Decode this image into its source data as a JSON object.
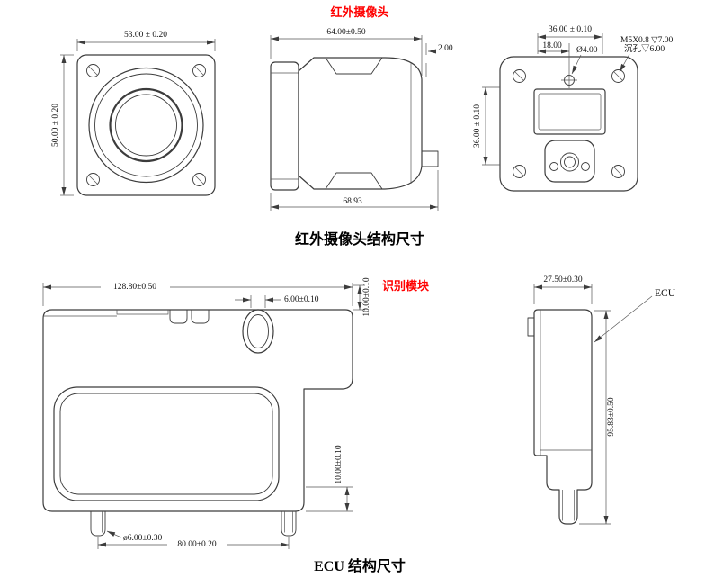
{
  "labels": {
    "camera_title": "红外摄像头",
    "camera_caption": "红外摄像头结构尺寸",
    "module_label": "识别模块",
    "ecu_caption": "ECU 结构尺寸",
    "ecu_pointer": "ECU"
  },
  "camera_front": {
    "width": "53.00 ± 0.20",
    "height": "50.00 ± 0.20"
  },
  "camera_side": {
    "width": "64.00±0.50",
    "lip": "2.00",
    "total_width": "68.93"
  },
  "camera_back": {
    "width": "36.00 ± 0.10",
    "hole_offset": "18.00",
    "hole_dia": "Ø4.00",
    "thread": "M5X0.8 ▽7.00",
    "counterbore": "沉孔▽6.00",
    "height": "36.00 ± 0.10"
  },
  "ecu_front": {
    "width": "128.80±0.50",
    "port_width": "6.00±0.10",
    "top_height": "10.00±0.10",
    "bottom_height": "10.00±0.10",
    "foot_dia": "ø6.00±0.30",
    "foot_span": "80.00±0.20"
  },
  "ecu_side": {
    "depth": "27.50±0.30",
    "height": "95.83±0.50"
  },
  "colors": {
    "accent_red": "#ff0000",
    "line": "#3c3c3c"
  }
}
